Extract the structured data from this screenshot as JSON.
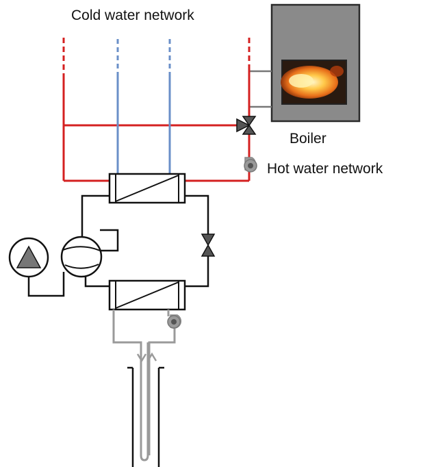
{
  "labels": {
    "cold_water_network": "Cold water network",
    "boiler": "Boiler",
    "hot_water_network": "Hot water network"
  },
  "colors": {
    "hot_line": "#d42020",
    "cold_line": "#6a8fc8",
    "ground_line": "#9a9a9a",
    "dark_line": "#111111",
    "boiler_body": "#8a8a8a",
    "boiler_dark": "#2a2a2a",
    "flame_core": "#ffe9a0",
    "flame_mid": "#f7a21a",
    "flame_outer": "#b43d0c",
    "component_fill": "#777777"
  },
  "icons": {
    "boiler": "boiler-icon",
    "flame": "flame-icon",
    "heat_exchanger": "heat-exchanger-icon",
    "compressor": "compressor-icon",
    "pump": "pump-icon",
    "three_way_valve": "three-way-valve-icon",
    "expansion_valve": "expansion-valve-icon",
    "borehole_probe": "borehole-probe-icon"
  }
}
